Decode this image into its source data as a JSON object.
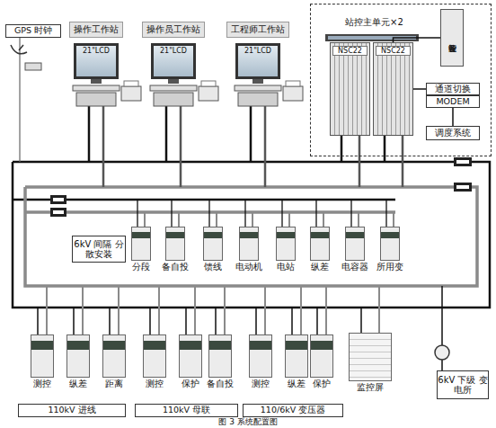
{
  "diagram": {
    "caption": "图 3 系统配置图",
    "nodes": [
      {
        "text": [
          "GPS 时钟"
        ]
      },
      {
        "text": [
          "操作工作站",
          "21\"LCD"
        ]
      },
      {
        "text": [
          "操作员工作站",
          "21\"LCD"
        ]
      },
      {
        "text": [
          "工程师工作站",
          "21\"LCD"
        ]
      },
      {
        "text": [
          "站控主单元×2"
        ]
      },
      {
        "text": [
          "NSC22"
        ],
        "in": 4
      },
      {
        "text": [
          "NSC22"
        ],
        "in": 4
      },
      {
        "text": [
          "智能设备"
        ],
        "in": 4
      },
      {
        "text": [
          "通道切换"
        ],
        "in": 4
      },
      {
        "text": [
          "MODEM"
        ],
        "in": 4
      },
      {
        "text": [
          "调度系统"
        ],
        "in": 4
      },
      {
        "text": [
          "6kV 间隔 分散安装"
        ]
      },
      {
        "text": [
          "分段"
        ]
      },
      {
        "text": [
          "备自投"
        ]
      },
      {
        "text": [
          "馈线"
        ]
      },
      {
        "text": [
          "电动机"
        ]
      },
      {
        "text": [
          "电站"
        ]
      },
      {
        "text": [
          "纵差"
        ]
      },
      {
        "text": [
          "电容器"
        ]
      },
      {
        "text": [
          "所用变"
        ]
      },
      {
        "text": [
          "测控"
        ]
      },
      {
        "text": [
          "纵差"
        ]
      },
      {
        "text": [
          "距离"
        ]
      },
      {
        "text": [
          "测控"
        ]
      },
      {
        "text": [
          "保护"
        ]
      },
      {
        "text": [
          "备自投"
        ]
      },
      {
        "text": [
          "测控"
        ]
      },
      {
        "text": [
          "纵差"
        ]
      },
      {
        "text": [
          "保护"
        ]
      },
      {
        "text": [
          "110kV 进线"
        ]
      },
      {
        "text": [
          "110kV 母联"
        ]
      },
      {
        "text": [
          "110/6kV 变压器"
        ]
      },
      {
        "text": [
          "监控屏"
        ]
      },
      {
        "text": [
          "6kV 下级 变电所"
        ]
      }
    ],
    "edges": [
      {
        "from": 7,
        "to": 6,
        "arrow": "none"
      },
      {
        "from": 6,
        "to": 8,
        "arrow": "none"
      },
      {
        "from": 9,
        "to": 10,
        "arrow": "none"
      }
    ]
  }
}
